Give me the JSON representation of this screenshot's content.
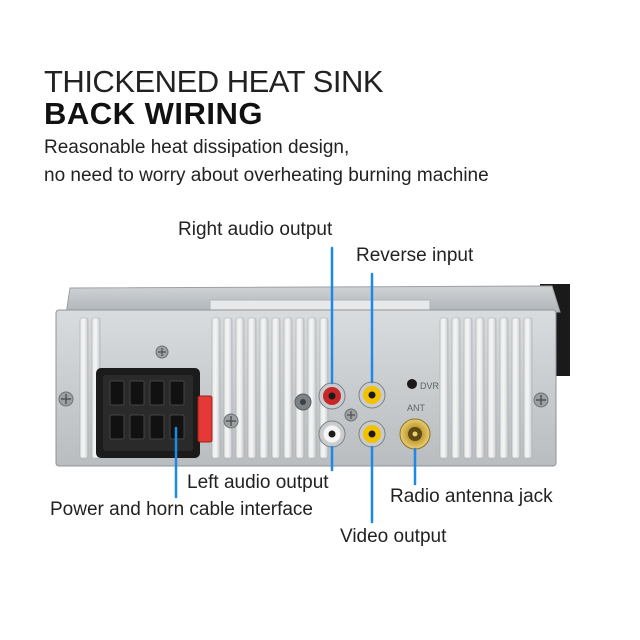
{
  "heading": {
    "line1": "THICKENED HEAT SINK",
    "line2": "BACK WIRING"
  },
  "description": {
    "line1": "Reasonable heat dissipation design,",
    "line2": "no need to worry about overheating burning machine"
  },
  "callouts": {
    "right_audio": "Right audio output",
    "reverse_input": "Reverse input",
    "left_audio": "Left audio output",
    "power_horn": "Power and horn cable interface",
    "antenna": "Radio antenna jack",
    "video": "Video output"
  },
  "panel_marks": {
    "dvr": "DVR",
    "ant": "ANT"
  },
  "colors": {
    "leader_line": "#1e88e5",
    "rca_red": "#c62828",
    "rca_yellow": "#f2c200",
    "rca_white": "#f4f4f4",
    "fuse_red": "#e53935",
    "antenna_gold": "#d4b24a"
  }
}
